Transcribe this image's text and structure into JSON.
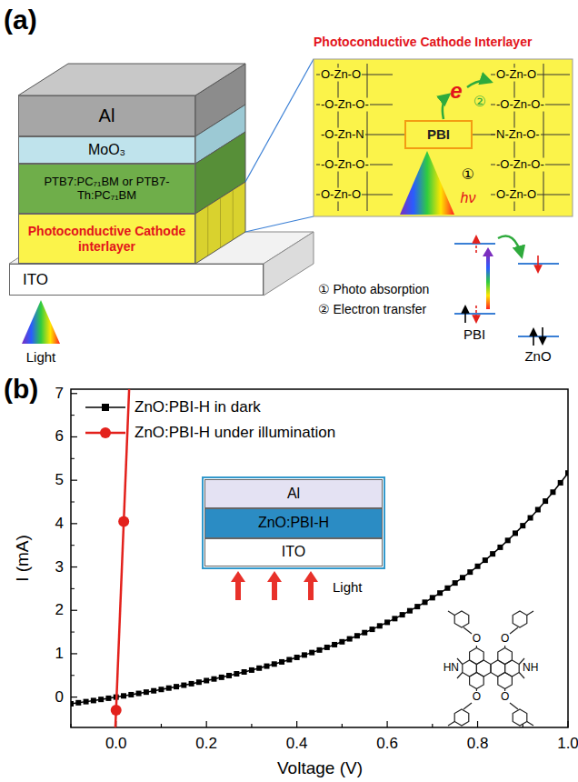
{
  "diagram": {
    "nodes": [
      {
        "text": [
          "Al"
        ]
      },
      {
        "text": [
          "MoO₃"
        ]
      },
      {
        "text": [
          "PTB7:PC₇₁BM or PTB7-Th:PC₇₁BM"
        ]
      },
      {
        "text": [
          "Photoconductive Cathode interlayer"
        ]
      },
      {
        "text": [
          "ITO"
        ]
      },
      {
        "text": [
          "Photoconductive Cathode Interlayer"
        ]
      },
      {
        "text": [
          "PBI"
        ],
        "in": 5
      },
      {
        "text": [
          "Al"
        ]
      },
      {
        "text": [
          "ZnO:PBI-H"
        ]
      },
      {
        "text": [
          "ITO"
        ]
      }
    ],
    "labels": [
      "(a)",
      "Light",
      "e",
      "②",
      "①",
      "hν",
      "O-Zn-O",
      "-O-Zn-O-",
      "-O-Zn-N",
      "-O-Zn-O-",
      "O-Zn-O",
      "O-Zn-O",
      "-O-Zn-O-",
      "N-Zn-O-",
      "-O-Zn-O-",
      "O-Zn-O",
      "① Photo absorption",
      "② Electron transfer",
      "PBI",
      "ZnO",
      "(b)",
      "0",
      "1",
      "2",
      "3",
      "4",
      "5",
      "6",
      "7",
      "0.0",
      "0.2",
      "0.4",
      "0.6",
      "0.8",
      "1.0",
      "I (mA)",
      "Voltage (V)",
      "Light",
      "HN",
      "NH",
      "O",
      "O",
      "O",
      "O"
    ],
    "legend": [
      {
        "text": "ZnO:PBI-H in dark"
      },
      {
        "text": "ZnO:PBI-H under illumination"
      }
    ]
  }
}
